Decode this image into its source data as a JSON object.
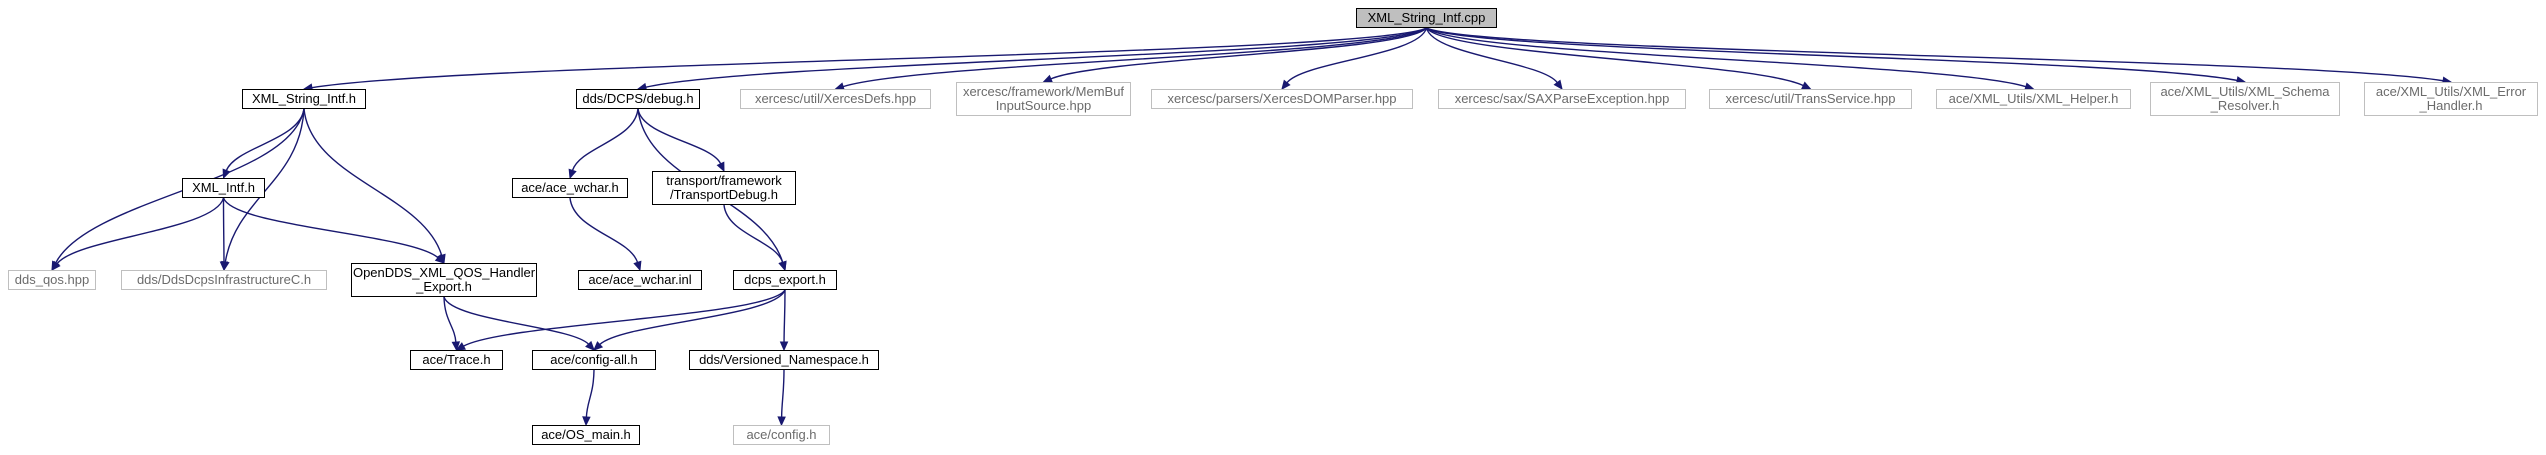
{
  "diagram": {
    "root": {
      "id": "xml_string_intf_cpp",
      "label": "XML_String_Intf.cpp"
    },
    "nodes": [
      {
        "id": "xml_string_intf_cpp",
        "label": "XML_String_Intf.cpp",
        "kind": "root"
      },
      {
        "id": "xml_string_intf_h",
        "label": "XML_String_Intf.h",
        "kind": "documented"
      },
      {
        "id": "dds_dcps_debug_h",
        "label": "dds/DCPS/debug.h",
        "kind": "documented"
      },
      {
        "id": "xerces_util_xercesdefs",
        "label": "xercesc/util/XercesDefs.hpp",
        "kind": "external"
      },
      {
        "id": "xerces_framework_membuf",
        "label": "xercesc/framework/MemBuf\nInputSource.hpp",
        "kind": "external"
      },
      {
        "id": "xerces_parsers_xercesdom",
        "label": "xercesc/parsers/XercesDOMParser.hpp",
        "kind": "external"
      },
      {
        "id": "xerces_sax_saxparseexception",
        "label": "xercesc/sax/SAXParseException.hpp",
        "kind": "external"
      },
      {
        "id": "xerces_util_transservice",
        "label": "xercesc/util/TransService.hpp",
        "kind": "external"
      },
      {
        "id": "ace_xml_utils_xml_helper",
        "label": "ace/XML_Utils/XML_Helper.h",
        "kind": "external"
      },
      {
        "id": "ace_xml_utils_schema_resolver",
        "label": "ace/XML_Utils/XML_Schema\n_Resolver.h",
        "kind": "external"
      },
      {
        "id": "ace_xml_utils_error_handler",
        "label": "ace/XML_Utils/XML_Error\n_Handler.h",
        "kind": "external"
      },
      {
        "id": "xml_intf_h",
        "label": "XML_Intf.h",
        "kind": "documented"
      },
      {
        "id": "dds_qos_hpp",
        "label": "dds_qos.hpp",
        "kind": "external"
      },
      {
        "id": "dds_ddsdcpsinfrastructurec_h",
        "label": "dds/DdsDcpsInfrastructureC.h",
        "kind": "external"
      },
      {
        "id": "opendds_xml_qos_handler_export_h",
        "label": "OpenDDS_XML_QOS_Handler\n_Export.h",
        "kind": "documented"
      },
      {
        "id": "ace_ace_wchar_h",
        "label": "ace/ace_wchar.h",
        "kind": "documented"
      },
      {
        "id": "transport_framework_transportdebug_h",
        "label": "transport/framework\n/TransportDebug.h",
        "kind": "documented"
      },
      {
        "id": "ace_ace_wchar_inl",
        "label": "ace/ace_wchar.inl",
        "kind": "documented"
      },
      {
        "id": "dcps_export_h",
        "label": "dcps_export.h",
        "kind": "documented"
      },
      {
        "id": "ace_trace_h",
        "label": "ace/Trace.h",
        "kind": "documented"
      },
      {
        "id": "ace_config_all_h",
        "label": "ace/config-all.h",
        "kind": "documented"
      },
      {
        "id": "dds_versioned_namespace_h",
        "label": "dds/Versioned_Namespace.h",
        "kind": "documented"
      },
      {
        "id": "ace_os_main_h",
        "label": "ace/OS_main.h",
        "kind": "documented"
      },
      {
        "id": "ace_config_h",
        "label": "ace/config.h",
        "kind": "external"
      }
    ],
    "edges": [
      {
        "from": "xml_string_intf_cpp",
        "to": "xml_string_intf_h"
      },
      {
        "from": "xml_string_intf_cpp",
        "to": "dds_dcps_debug_h"
      },
      {
        "from": "xml_string_intf_cpp",
        "to": "xerces_util_xercesdefs"
      },
      {
        "from": "xml_string_intf_cpp",
        "to": "xerces_framework_membuf"
      },
      {
        "from": "xml_string_intf_cpp",
        "to": "xerces_parsers_xercesdom"
      },
      {
        "from": "xml_string_intf_cpp",
        "to": "xerces_sax_saxparseexception"
      },
      {
        "from": "xml_string_intf_cpp",
        "to": "xerces_util_transservice"
      },
      {
        "from": "xml_string_intf_cpp",
        "to": "ace_xml_utils_xml_helper"
      },
      {
        "from": "xml_string_intf_cpp",
        "to": "ace_xml_utils_schema_resolver"
      },
      {
        "from": "xml_string_intf_cpp",
        "to": "ace_xml_utils_error_handler"
      },
      {
        "from": "xml_string_intf_h",
        "to": "xml_intf_h"
      },
      {
        "from": "xml_string_intf_h",
        "to": "dds_qos_hpp"
      },
      {
        "from": "xml_string_intf_h",
        "to": "dds_ddsdcpsinfrastructurec_h"
      },
      {
        "from": "xml_string_intf_h",
        "to": "opendds_xml_qos_handler_export_h"
      },
      {
        "from": "xml_intf_h",
        "to": "dds_qos_hpp"
      },
      {
        "from": "xml_intf_h",
        "to": "dds_ddsdcpsinfrastructurec_h"
      },
      {
        "from": "xml_intf_h",
        "to": "opendds_xml_qos_handler_export_h"
      },
      {
        "from": "opendds_xml_qos_handler_export_h",
        "to": "ace_trace_h"
      },
      {
        "from": "opendds_xml_qos_handler_export_h",
        "to": "ace_config_all_h"
      },
      {
        "from": "dds_dcps_debug_h",
        "to": "ace_ace_wchar_h"
      },
      {
        "from": "dds_dcps_debug_h",
        "to": "transport_framework_transportdebug_h"
      },
      {
        "from": "dds_dcps_debug_h",
        "to": "dcps_export_h"
      },
      {
        "from": "ace_ace_wchar_h",
        "to": "ace_ace_wchar_inl"
      },
      {
        "from": "transport_framework_transportdebug_h",
        "to": "dcps_export_h"
      },
      {
        "from": "dcps_export_h",
        "to": "ace_trace_h"
      },
      {
        "from": "dcps_export_h",
        "to": "ace_config_all_h"
      },
      {
        "from": "dcps_export_h",
        "to": "dds_versioned_namespace_h"
      },
      {
        "from": "ace_config_all_h",
        "to": "ace_os_main_h"
      },
      {
        "from": "dds_versioned_namespace_h",
        "to": "ace_config_h"
      }
    ],
    "colors": {
      "edge": "#191970",
      "root_fill": "#bfbfbf",
      "documented_border": "#000000",
      "external_border": "#bfbfbf",
      "external_text": "#6b6b6b"
    }
  }
}
